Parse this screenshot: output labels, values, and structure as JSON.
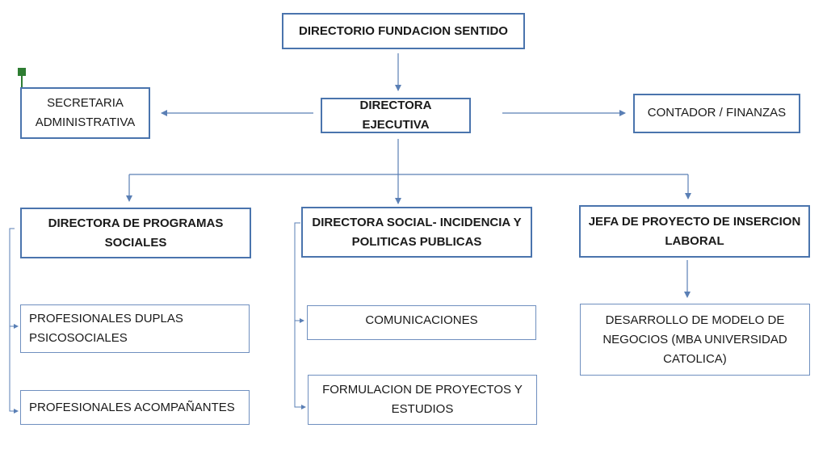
{
  "boxes": {
    "directorio": "DIRECTORIO FUNDACION SENTIDO",
    "secretaria": "SECRETARIA ADMINISTRATIVA",
    "directora_ejecutiva": "DIRECTORA EJECUTIVA",
    "contador": "CONTADOR / FINANZAS",
    "programas_sociales": "DIRECTORA DE PROGRAMAS SOCIALES",
    "social_incidencia": "DIRECTORA SOCIAL- INCIDENCIA Y POLITICAS PUBLICAS",
    "jefa_insercion": "JEFA DE PROYECTO DE INSERCION LABORAL",
    "duplas": "PROFESIONALES DUPLAS PSICOSOCIALES",
    "acompanantes": "PROFESIONALES ACOMPAÑANTES",
    "comunicaciones": "COMUNICACIONES",
    "formulacion": "FORMULACION DE PROYECTOS Y ESTUDIOS",
    "desarrollo": "DESARROLLO DE MODELO DE NEGOCIOS (MBA UNIVERSIDAD CATOLICA)"
  },
  "colors": {
    "box_border": "#4a74ad",
    "connector": "#5a7fb5",
    "marker": "#2e7d32"
  }
}
